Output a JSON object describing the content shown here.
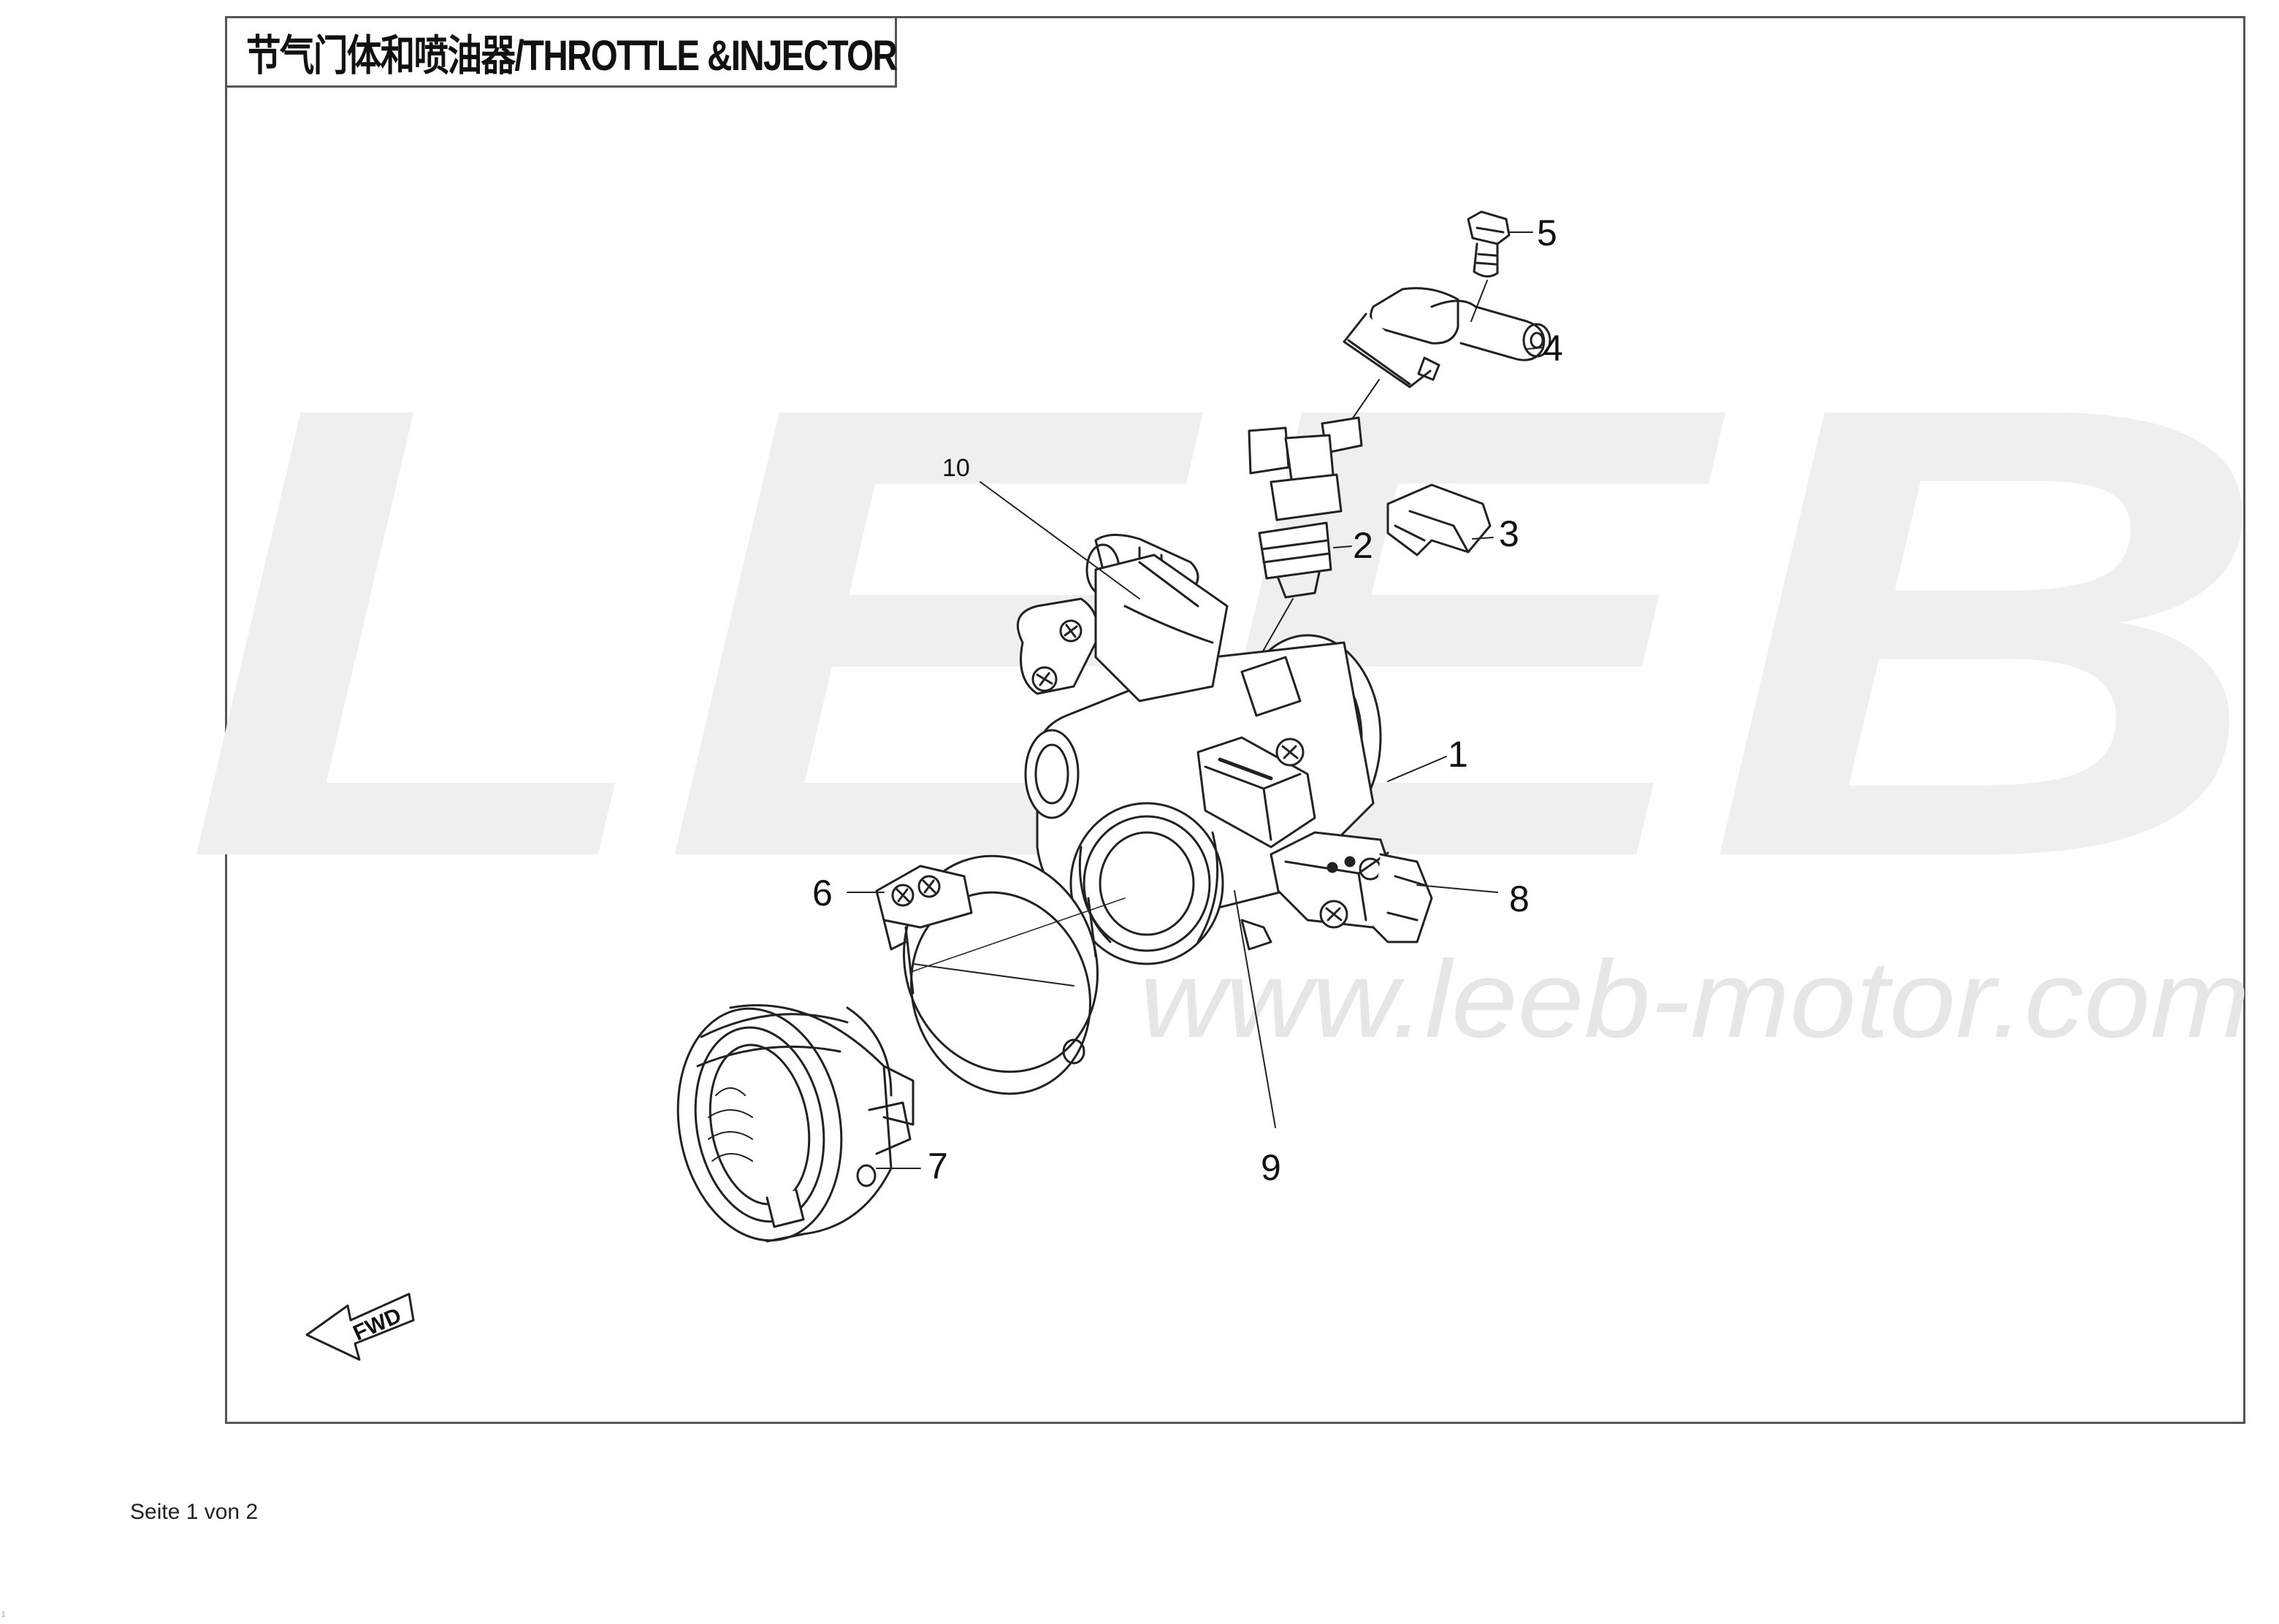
{
  "title": "节气门体和喷油器/THROTTLE &INJECTOR",
  "watermark": {
    "logo": "LEEB",
    "url": "www.leeb-motor.com"
  },
  "fwd_label": "FWD",
  "callouts": [
    "1",
    "2",
    "3",
    "4",
    "5",
    "6",
    "7",
    "8",
    "9",
    "10"
  ],
  "footer": "Seite 1 von 2",
  "corner_mark": "1",
  "colors": {
    "line": "#222222",
    "watermark": "#ededed",
    "frame": "#555555"
  }
}
